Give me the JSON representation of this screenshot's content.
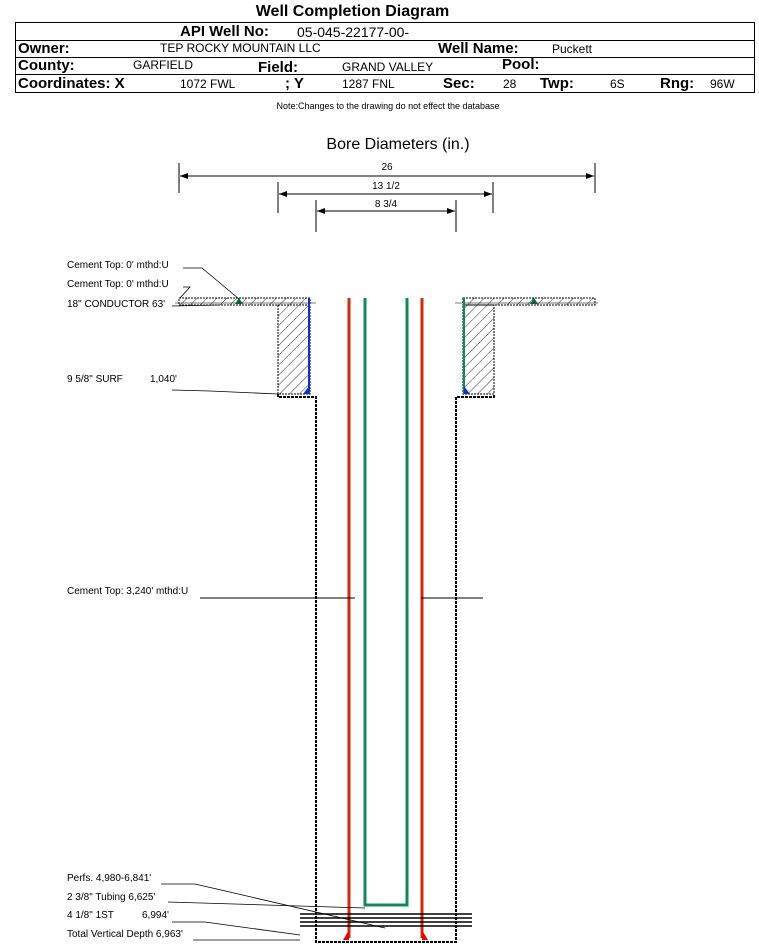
{
  "title": "Well Completion Diagram",
  "header": {
    "api_label": "API Well No:",
    "api_value": "05-045-22177-00-",
    "owner_label": "Owner:",
    "owner_value": "TEP ROCKY MOUNTAIN LLC",
    "well_name_label": "Well Name:",
    "well_name_value": "Puckett",
    "county_label": "County:",
    "county_value": "GARFIELD",
    "field_label": "Field:",
    "field_value": "GRAND VALLEY",
    "pool_label": "Pool:",
    "coord_x_label": "Coordinates: X",
    "coord_x_value": "1072 FWL",
    "coord_y_label": "; Y",
    "coord_y_value": "1287 FNL",
    "sec_label": "Sec:",
    "sec_value": "28",
    "twp_label": "Twp:",
    "twp_value": "6S",
    "rng_label": "Rng:",
    "rng_value": "96W"
  },
  "note": "Note:Changes to the drawing do not effect the database",
  "bore": {
    "title": "Bore Diameters (in.)",
    "diameters": [
      "26",
      "13 1/2",
      "8 3/4"
    ]
  },
  "labels": {
    "cement_top_1": "Cement Top: 0' mthd:U",
    "cement_top_2": "Cement Top: 0' mthd:U",
    "conductor": "18\" CONDUCTOR  63'",
    "surf": "9 5/8\" SURF",
    "surf_depth": "1,040'",
    "cement_top_3": "Cement Top: 3,240' mthd:U",
    "perfs": "Perfs. 4,980-6,841'",
    "tubing": "2 3/8\" Tubing 6,625'",
    "first_string": "4 1/8\" 1ST",
    "first_string_depth": "6,994'",
    "tvd": "Total Vertical Depth 6,963'"
  },
  "colors": {
    "casing": "#d42a0a",
    "tubing": "#0f8a55",
    "surface_casing": "#1030d0"
  }
}
